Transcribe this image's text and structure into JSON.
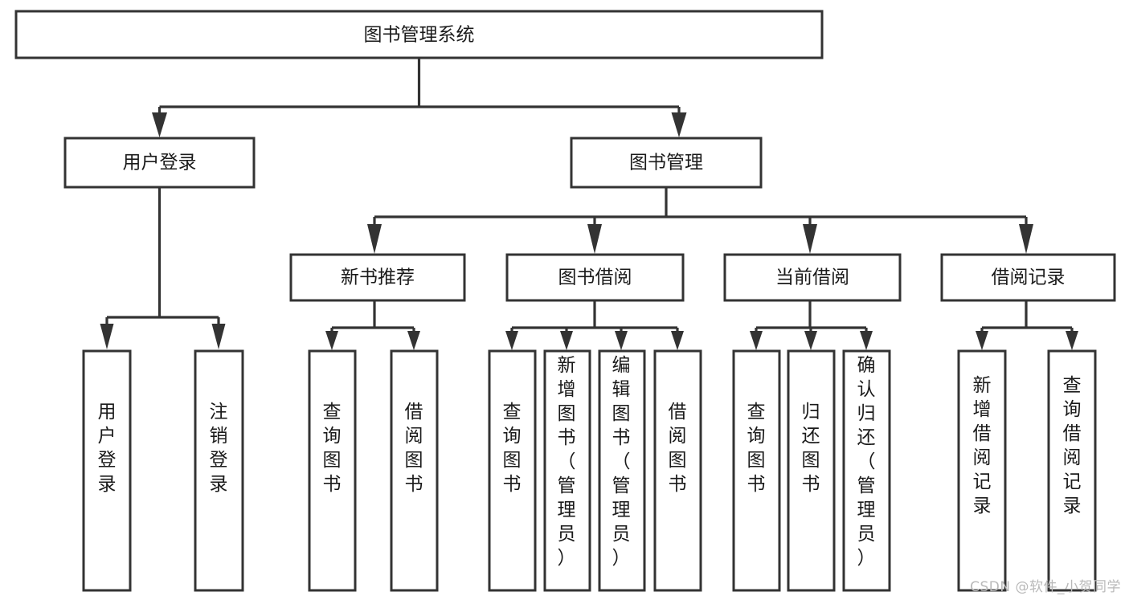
{
  "diagram": {
    "type": "tree-hierarchy-chart",
    "title": "图书管理系统",
    "orientation": "top-down",
    "colors": {
      "box_fill": "#ffffff",
      "box_stroke": "#333333",
      "text": "#1a1a1a",
      "background": "#ffffff",
      "watermark": "#b9b9b9"
    },
    "root": {
      "id": "root",
      "label": "图书管理系统",
      "level": 0
    },
    "level1": [
      {
        "id": "user-login",
        "label": "用户登录",
        "level": 1
      },
      {
        "id": "book-manage",
        "label": "图书管理",
        "level": 1
      }
    ],
    "level2": [
      {
        "id": "new-book-recommend",
        "label": "新书推荐",
        "level": 2,
        "parent": "book-manage"
      },
      {
        "id": "book-borrow",
        "label": "图书借阅",
        "level": 2,
        "parent": "book-manage"
      },
      {
        "id": "current-borrow",
        "label": "当前借阅",
        "level": 2,
        "parent": "book-manage"
      },
      {
        "id": "borrow-record",
        "label": "借阅记录",
        "level": 2,
        "parent": "book-manage"
      }
    ],
    "leaves": [
      {
        "id": "leaf-user-login",
        "label": "用户登录",
        "parent": "user-login"
      },
      {
        "id": "leaf-user-logout",
        "label": "注销登录",
        "parent": "user-login"
      },
      {
        "id": "leaf-query-book-1",
        "label": "查询图书",
        "parent": "new-book-recommend"
      },
      {
        "id": "leaf-borrow-book-1",
        "label": "借阅图书",
        "parent": "new-book-recommend"
      },
      {
        "id": "leaf-query-book-2",
        "label": "查询图书",
        "parent": "book-borrow"
      },
      {
        "id": "leaf-add-book",
        "label": "新增图书（管理员）",
        "parent": "book-borrow"
      },
      {
        "id": "leaf-edit-book",
        "label": "编辑图书（管理员）",
        "parent": "book-borrow"
      },
      {
        "id": "leaf-borrow-book-2",
        "label": "借阅图书",
        "parent": "book-borrow"
      },
      {
        "id": "leaf-query-book-3",
        "label": "查询图书",
        "parent": "current-borrow"
      },
      {
        "id": "leaf-return-book",
        "label": "归还图书",
        "parent": "current-borrow"
      },
      {
        "id": "leaf-confirm-return",
        "label": "确认归还（管理员）",
        "parent": "current-borrow"
      },
      {
        "id": "leaf-add-record",
        "label": "新增借阅记录",
        "parent": "borrow-record"
      },
      {
        "id": "leaf-query-record",
        "label": "查询借阅记录",
        "parent": "borrow-record"
      }
    ],
    "watermark": "CSDN @软件_小贺同学"
  }
}
